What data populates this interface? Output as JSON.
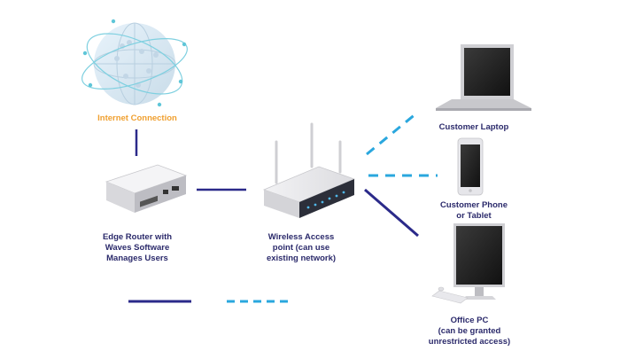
{
  "labels": {
    "internet": "Internet Connection",
    "router": [
      "Edge Router with",
      "Waves Software",
      "Manages Users"
    ],
    "access_point": [
      "Wireless Access",
      "point (can use",
      "existing network)"
    ],
    "laptop": [
      "Customer Laptop"
    ],
    "phone": [
      "Customer Phone",
      "or Tablet"
    ],
    "office_pc": [
      "Office PC",
      "(can be granted",
      "unrestricted access)"
    ]
  },
  "colors": {
    "wired": "#2b2a8a",
    "wireless": "#2aa7de",
    "label": "#2b2a6b",
    "internet_label": "#f0a030"
  },
  "icons": [
    "globe-icon",
    "router-icon",
    "access-point-icon",
    "laptop-icon",
    "phone-icon",
    "desktop-pc-icon"
  ]
}
